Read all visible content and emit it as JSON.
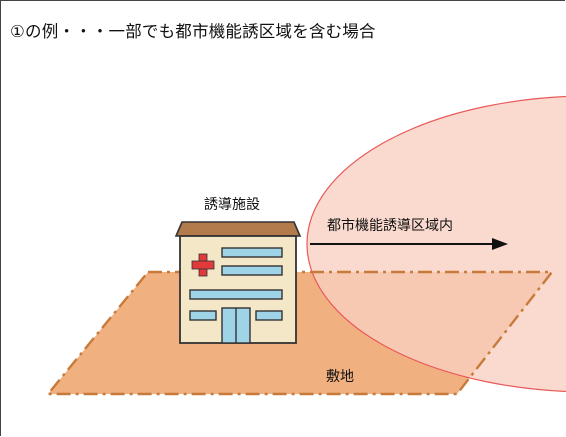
{
  "title": "①の例・・・一部でも都市機能誘区域を含む場合",
  "labels": {
    "facility": "誘導施設",
    "zone": "都市機能誘導区域内",
    "site": "敷地"
  },
  "icons": {
    "building": "hospital-building-icon",
    "arrow": "arrow-right-icon"
  },
  "colors": {
    "zone_fill": "#f9d0c2",
    "zone_stroke": "#e85a5a",
    "site_fill": "#f0b080",
    "site_stroke": "#c87a3a",
    "building_roof": "#b37a4c",
    "building_body": "#f3e7c8",
    "window_fill": "#9fd3e8",
    "cross": "#e03a3a"
  }
}
